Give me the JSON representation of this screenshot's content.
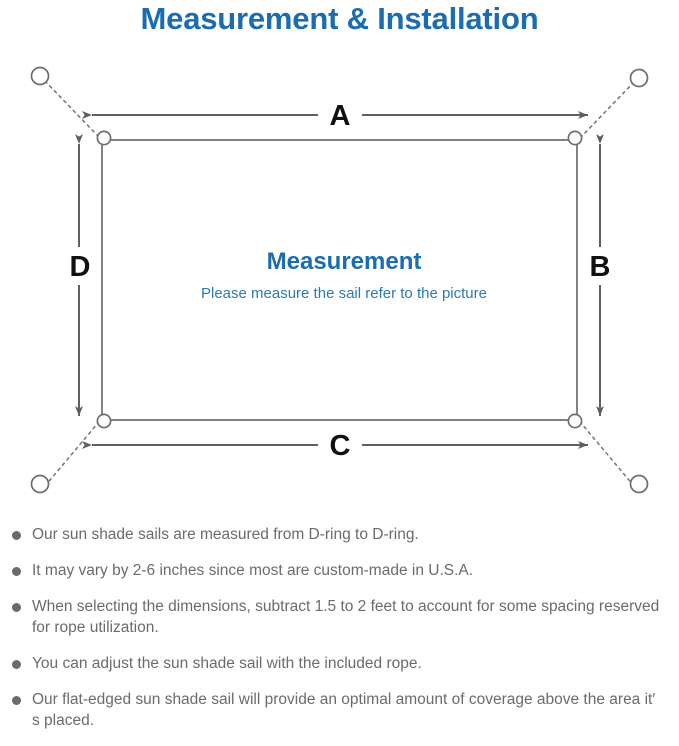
{
  "page": {
    "title": "Measurement & Installation",
    "background_color": "#ffffff",
    "accent_color": "#1b6cb0",
    "line_color": "#6e6e6e",
    "text_color": "#6b6b6b"
  },
  "diagram": {
    "center_heading": "Measurement",
    "center_subtext": "Please measure the sail refer to the picture",
    "dimension_labels": {
      "top": "A",
      "right": "B",
      "bottom": "C",
      "left": "D"
    },
    "anchor_count": 4,
    "d_ring_count": 4,
    "sail_shape": "rectangle"
  },
  "notes": [
    "Our sun shade sails are measured from D-ring to D-ring.",
    "It may vary by 2-6 inches since most are custom-made in U.S.A.",
    "When selecting the dimensions, subtract 1.5 to 2 feet to account for some spacing reserved for rope utilization.",
    "You can adjust the sun shade sail with the included rope.",
    "Our flat-edged sun shade sail will provide an optimal amount of coverage above the area it′ s placed."
  ]
}
